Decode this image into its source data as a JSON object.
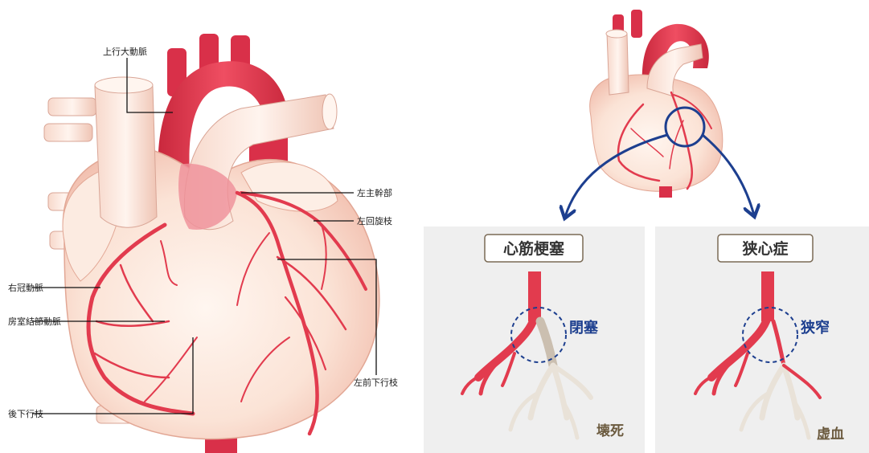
{
  "anatomy_labels": {
    "ascending_aorta": "上行大動脈",
    "left_main": "左主幹部",
    "left_circumflex": "左回旋枝",
    "right_coronary": "右冠動脈",
    "av_node_artery": "房室結節動脈",
    "lad": "左前下行枝",
    "posterior_descending": "後下行枝"
  },
  "panels": {
    "infarction": {
      "title": "心筋梗塞",
      "callout": "閉塞",
      "result": "壊死"
    },
    "angina": {
      "title": "狭心症",
      "callout": "狭窄",
      "result": "虚血"
    }
  },
  "colors": {
    "artery_red": "#e23b4e",
    "heart_skin": "#fbe3d6",
    "highlight_blue": "#1d3f8f",
    "panel_bg": "#efefef"
  }
}
